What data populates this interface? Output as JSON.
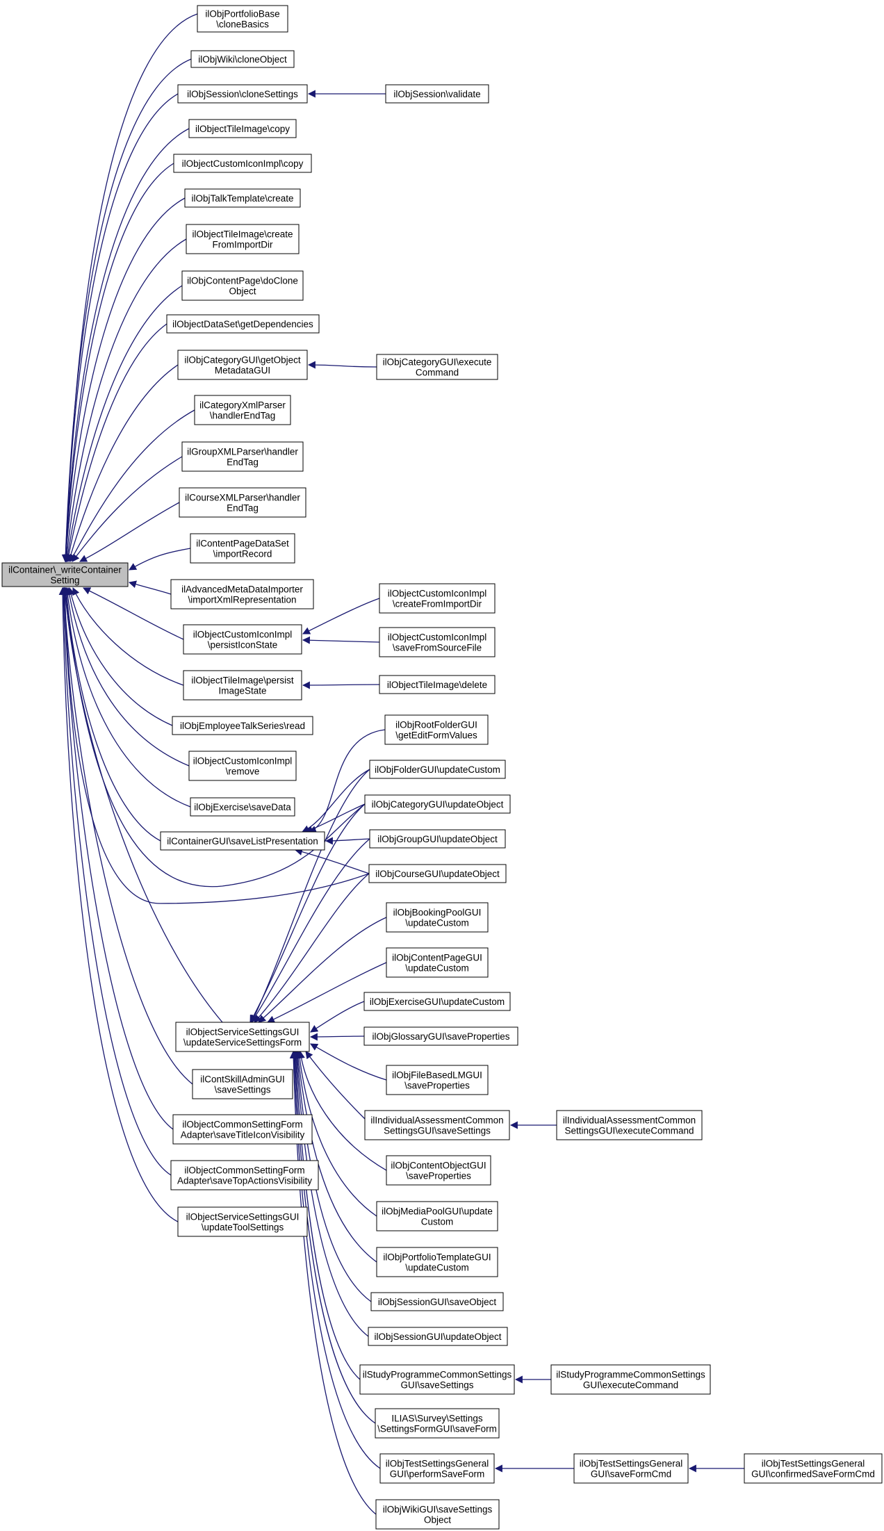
{
  "graph": {
    "edge_color": "#191970",
    "root_fill": "#bfbfbf",
    "node_fill": "#ffffff",
    "root": {
      "id": "root",
      "lines": [
        "ilContainer\\_writeContainer",
        "Setting"
      ]
    },
    "nodes": [
      {
        "id": "n01",
        "lines": [
          "ilObjPortfolioBase",
          "\\cloneBasics"
        ]
      },
      {
        "id": "n02",
        "lines": [
          "ilObjWiki\\cloneObject"
        ]
      },
      {
        "id": "n03",
        "lines": [
          "ilObjSession\\cloneSettings"
        ]
      },
      {
        "id": "n04",
        "lines": [
          "ilObjectTileImage\\copy"
        ]
      },
      {
        "id": "n05",
        "lines": [
          "ilObjectCustomIconImpl\\copy"
        ]
      },
      {
        "id": "n06",
        "lines": [
          "ilObjTalkTemplate\\create"
        ]
      },
      {
        "id": "n07",
        "lines": [
          "ilObjectTileImage\\create",
          "FromImportDir"
        ]
      },
      {
        "id": "n08",
        "lines": [
          "ilObjContentPage\\doClone",
          "Object"
        ]
      },
      {
        "id": "n09",
        "lines": [
          "ilObjectDataSet\\getDependencies"
        ]
      },
      {
        "id": "n10",
        "lines": [
          "ilObjCategoryGUI\\getObject",
          "MetadataGUI"
        ]
      },
      {
        "id": "n11",
        "lines": [
          "ilCategoryXmlParser",
          "\\handlerEndTag"
        ]
      },
      {
        "id": "n12",
        "lines": [
          "ilGroupXMLParser\\handler",
          "EndTag"
        ]
      },
      {
        "id": "n13",
        "lines": [
          "ilCourseXMLParser\\handler",
          "EndTag"
        ]
      },
      {
        "id": "n14",
        "lines": [
          "ilContentPageDataSet",
          "\\importRecord"
        ]
      },
      {
        "id": "n15",
        "lines": [
          "ilAdvancedMetaDataImporter",
          "\\importXmlRepresentation"
        ]
      },
      {
        "id": "n16",
        "lines": [
          "ilObjectCustomIconImpl",
          "\\persistIconState"
        ]
      },
      {
        "id": "n17",
        "lines": [
          "ilObjectTileImage\\persist",
          "ImageState"
        ]
      },
      {
        "id": "n18",
        "lines": [
          "ilObjEmployeeTalkSeries\\read"
        ]
      },
      {
        "id": "n19",
        "lines": [
          "ilObjectCustomIconImpl",
          "\\remove"
        ]
      },
      {
        "id": "n20",
        "lines": [
          "ilObjExercise\\saveData"
        ]
      },
      {
        "id": "n21",
        "lines": [
          "ilContainerGUI\\saveListPresentation"
        ]
      },
      {
        "id": "n22",
        "lines": [
          "ilObjectServiceSettingsGUI",
          "\\updateServiceSettingsForm"
        ]
      },
      {
        "id": "n23",
        "lines": [
          "ilContSkillAdminGUI",
          "\\saveSettings"
        ]
      },
      {
        "id": "n24",
        "lines": [
          "ilObjectCommonSettingForm",
          "Adapter\\saveTitleIconVisibility"
        ]
      },
      {
        "id": "n25",
        "lines": [
          "ilObjectCommonSettingForm",
          "Adapter\\saveTopActionsVisibility"
        ]
      },
      {
        "id": "n26",
        "lines": [
          "ilObjectServiceSettingsGUI",
          "\\updateToolSettings"
        ]
      },
      {
        "id": "m01",
        "lines": [
          "ilObjSession\\validate"
        ]
      },
      {
        "id": "m02",
        "lines": [
          "ilObjCategoryGUI\\execute",
          "Command"
        ]
      },
      {
        "id": "m03",
        "lines": [
          "ilObjectCustomIconImpl",
          "\\createFromImportDir"
        ]
      },
      {
        "id": "m04",
        "lines": [
          "ilObjectCustomIconImpl",
          "\\saveFromSourceFile"
        ]
      },
      {
        "id": "m05",
        "lines": [
          "ilObjectTileImage\\delete"
        ]
      },
      {
        "id": "m06",
        "lines": [
          "ilObjRootFolderGUI",
          "\\getEditFormValues"
        ]
      },
      {
        "id": "m07",
        "lines": [
          "ilObjFolderGUI\\updateCustom"
        ]
      },
      {
        "id": "m08",
        "lines": [
          "ilObjCategoryGUI\\updateObject"
        ]
      },
      {
        "id": "m09",
        "lines": [
          "ilObjGroupGUI\\updateObject"
        ]
      },
      {
        "id": "m10",
        "lines": [
          "ilObjCourseGUI\\updateObject"
        ]
      },
      {
        "id": "m11",
        "lines": [
          "ilObjBookingPoolGUI",
          "\\updateCustom"
        ]
      },
      {
        "id": "m12",
        "lines": [
          "ilObjContentPageGUI",
          "\\updateCustom"
        ]
      },
      {
        "id": "m13",
        "lines": [
          "ilObjExerciseGUI\\updateCustom"
        ]
      },
      {
        "id": "m14",
        "lines": [
          "ilObjGlossaryGUI\\saveProperties"
        ]
      },
      {
        "id": "m15",
        "lines": [
          "ilObjFileBasedLMGUI",
          "\\saveProperties"
        ]
      },
      {
        "id": "m16",
        "lines": [
          "ilIndividualAssessmentCommon",
          "SettingsGUI\\saveSettings"
        ]
      },
      {
        "id": "m17",
        "lines": [
          "ilObjContentObjectGUI",
          "\\saveProperties"
        ]
      },
      {
        "id": "m18",
        "lines": [
          "ilObjMediaPoolGUI\\update",
          "Custom"
        ]
      },
      {
        "id": "m19",
        "lines": [
          "ilObjPortfolioTemplateGUI",
          "\\updateCustom"
        ]
      },
      {
        "id": "m20",
        "lines": [
          "ilObjSessionGUI\\saveObject"
        ]
      },
      {
        "id": "m21",
        "lines": [
          "ilObjSessionGUI\\updateObject"
        ]
      },
      {
        "id": "m22",
        "lines": [
          "ilStudyProgrammeCommonSettings",
          "GUI\\saveSettings"
        ]
      },
      {
        "id": "m23",
        "lines": [
          "ILIAS\\Survey\\Settings",
          "\\SettingsFormGUI\\saveForm"
        ]
      },
      {
        "id": "m24",
        "lines": [
          "ilObjTestSettingsGeneral",
          "GUI\\performSaveForm"
        ]
      },
      {
        "id": "m25",
        "lines": [
          "ilObjWikiGUI\\saveSettings",
          "Object"
        ]
      },
      {
        "id": "r01",
        "lines": [
          "ilIndividualAssessmentCommon",
          "SettingsGUI\\executeCommand"
        ]
      },
      {
        "id": "r02",
        "lines": [
          "ilStudyProgrammeCommonSettings",
          "GUI\\executeCommand"
        ]
      },
      {
        "id": "r03",
        "lines": [
          "ilObjTestSettingsGeneral",
          "GUI\\saveFormCmd"
        ]
      },
      {
        "id": "s01",
        "lines": [
          "ilObjTestSettingsGeneral",
          "GUI\\confirmedSaveFormCmd"
        ]
      }
    ],
    "edges": [
      [
        "n01",
        "root"
      ],
      [
        "n02",
        "root"
      ],
      [
        "n03",
        "root"
      ],
      [
        "n04",
        "root"
      ],
      [
        "n05",
        "root"
      ],
      [
        "n06",
        "root"
      ],
      [
        "n07",
        "root"
      ],
      [
        "n08",
        "root"
      ],
      [
        "n09",
        "root"
      ],
      [
        "n10",
        "root"
      ],
      [
        "n11",
        "root"
      ],
      [
        "n12",
        "root"
      ],
      [
        "n13",
        "root"
      ],
      [
        "n14",
        "root"
      ],
      [
        "n15",
        "root"
      ],
      [
        "n16",
        "root"
      ],
      [
        "n17",
        "root"
      ],
      [
        "n18",
        "root"
      ],
      [
        "n19",
        "root"
      ],
      [
        "n20",
        "root"
      ],
      [
        "n21",
        "root"
      ],
      [
        "n22",
        "root"
      ],
      [
        "n23",
        "root"
      ],
      [
        "n24",
        "root"
      ],
      [
        "n25",
        "root"
      ],
      [
        "n26",
        "root"
      ],
      [
        "m08",
        "root"
      ],
      [
        "m10",
        "root"
      ],
      [
        "m01",
        "n03"
      ],
      [
        "m02",
        "n10"
      ],
      [
        "m03",
        "n16"
      ],
      [
        "m04",
        "n16"
      ],
      [
        "m05",
        "n17"
      ],
      [
        "m06",
        "n21"
      ],
      [
        "m07",
        "n21"
      ],
      [
        "m08",
        "n21"
      ],
      [
        "m09",
        "n21"
      ],
      [
        "m10",
        "n21"
      ],
      [
        "m07",
        "n22"
      ],
      [
        "m08",
        "n22"
      ],
      [
        "m09",
        "n22"
      ],
      [
        "m10",
        "n22"
      ],
      [
        "m11",
        "n22"
      ],
      [
        "m12",
        "n22"
      ],
      [
        "m13",
        "n22"
      ],
      [
        "m14",
        "n22"
      ],
      [
        "m15",
        "n22"
      ],
      [
        "m16",
        "n22"
      ],
      [
        "m17",
        "n22"
      ],
      [
        "m18",
        "n22"
      ],
      [
        "m19",
        "n22"
      ],
      [
        "m20",
        "n22"
      ],
      [
        "m21",
        "n22"
      ],
      [
        "m22",
        "n22"
      ],
      [
        "m23",
        "n22"
      ],
      [
        "m24",
        "n22"
      ],
      [
        "m25",
        "n22"
      ],
      [
        "r01",
        "m16"
      ],
      [
        "r02",
        "m22"
      ],
      [
        "r03",
        "m24"
      ],
      [
        "s01",
        "r03"
      ]
    ]
  }
}
